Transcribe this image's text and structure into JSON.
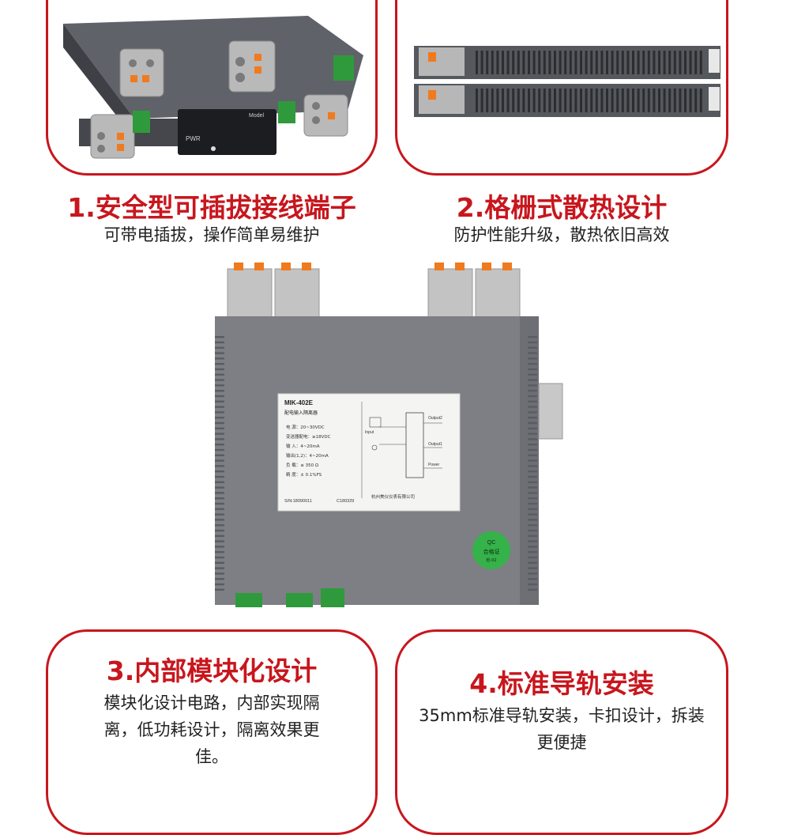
{
  "features": [
    {
      "title": "1.安全型可插拔接线端子",
      "desc": "可带电插拔，操作简单易维护"
    },
    {
      "title": "2.格栅式散热设计",
      "desc": "防护性能升级，散热依旧高效"
    },
    {
      "title": "3.内部模块化设计",
      "desc": "模块化设计电路，内部实现隔离，低功耗设计，隔离效果更佳。"
    },
    {
      "title": "4.标准导轨安装",
      "desc": "35mm标准导轨安装，卡扣设计，拆装更便捷"
    }
  ],
  "device_top": {
    "pwr": "PWR",
    "model": "Model"
  },
  "label": {
    "model": "MIK-402E",
    "name": "配电输入隔离器",
    "specs": [
      "电 源：20~30VDC",
      "变送器配电：≥18VDC",
      "输 入：4~20mA",
      "输出(1,2)：4~20mA",
      "负 载：≤ 350 Ω",
      "精 度：± 0.1%FS"
    ],
    "serial": "S/N:18090011",
    "date": "C180329",
    "company": "杭州美仪仪表有限公司",
    "input": "Input",
    "output2": "Output2",
    "output1": "Output1",
    "power": "Power"
  },
  "qc": {
    "top": "QC",
    "mid": "合格证",
    "bottom": "检-02"
  },
  "colors": {
    "accent": "#c8161d",
    "housing": "#7d7f84",
    "terminal": "#b9b9b9",
    "connector_green": "#2f9a3c",
    "qc_green": "#35b24a"
  }
}
